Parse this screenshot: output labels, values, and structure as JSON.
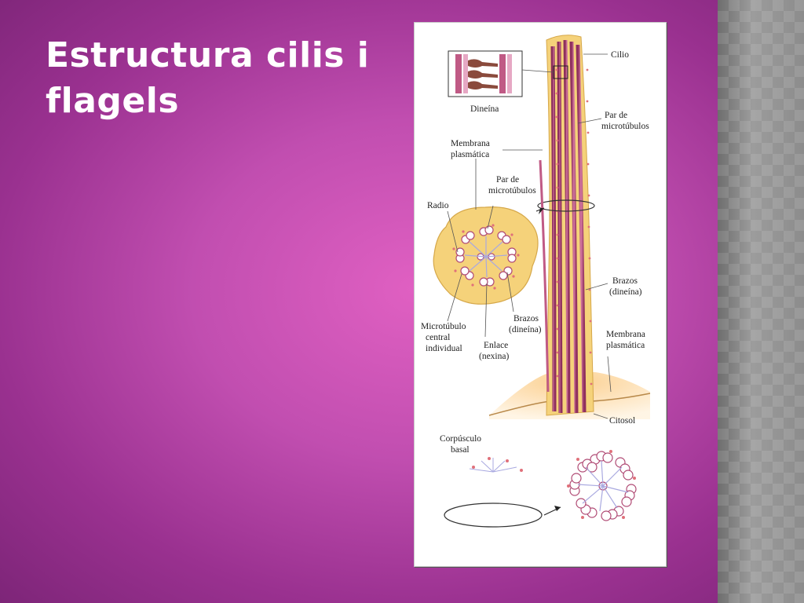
{
  "slide": {
    "title": "Estructura cilis i flagels"
  },
  "figure": {
    "labels": {
      "cilio": "Cilio",
      "dineina_inset": "Dineína",
      "par_micro_1a": "Par de",
      "par_micro_1b": "microtúbulos",
      "membrana_1a": "Membrana",
      "membrana_1b": "plasmática",
      "par_micro_2a": "Par de",
      "par_micro_2b": "microtúbulos",
      "radio": "Radio",
      "brazos_1a": "Brazos",
      "brazos_1b": "(dineína)",
      "brazos_2a": "Brazos",
      "brazos_2b": "(dineína)",
      "microtubulo_a": "Microtúbulo",
      "microtubulo_b": "central",
      "microtubulo_c": "individual",
      "enlace_a": "Enlace",
      "enlace_b": "(nexina)",
      "membrana_2a": "Membrana",
      "membrana_2b": "plasmática",
      "citosol": "Citosol",
      "corpusculo_a": "Corpúsculo",
      "corpusculo_b": "basal"
    },
    "colors": {
      "membrane": "#f5d27a",
      "tubule": "#b04a74",
      "tubule_light": "#e6a8c4",
      "dynein": "#e0707a",
      "spoke": "#a9a9e0"
    }
  }
}
